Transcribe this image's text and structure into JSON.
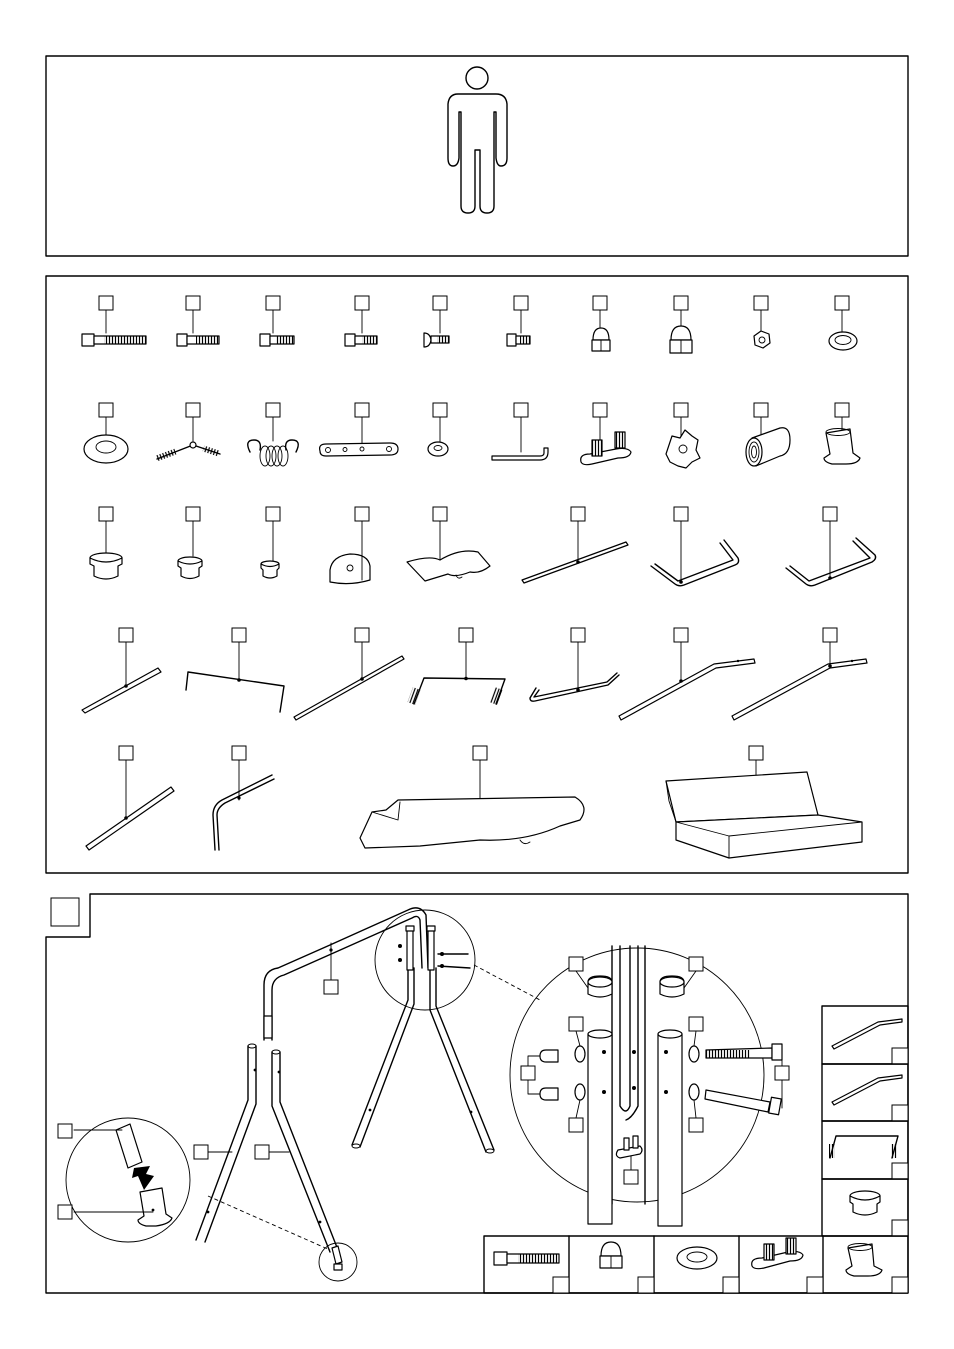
{
  "sections": {
    "persons_panel": {
      "figure_icon": "person-icon"
    },
    "parts_panel": {
      "rows": [
        {
          "row": 1,
          "parts": [
            "long-bolt-icon",
            "medium-bolt-icon",
            "short-bolt-icon",
            "short-bolt-icon",
            "flat-head-screw-icon",
            "small-bolt-icon",
            "cap-nut-icon",
            "large-cap-nut-icon",
            "lock-nut-icon",
            "washer-icon"
          ]
        },
        {
          "row": 2,
          "parts": [
            "large-washer-icon",
            "canopy-joint-icon",
            "spring-icon",
            "connector-plate-icon",
            "small-washer-icon",
            "allen-key-icon",
            "spring-bracket-icon",
            "knob-icon",
            "cylinder-spring-icon",
            "foot-cap-icon"
          ]
        },
        {
          "row": 3,
          "parts": [
            "large-end-cap-icon",
            "medium-end-cap-icon",
            "small-end-cap-icon",
            "seat-hinge-icon",
            "canopy-cloth-icon",
            "straight-rod-icon",
            "u-bracket-icon",
            "u-bracket-icon"
          ]
        },
        {
          "row": 4,
          "parts": [
            "straight-tube-icon",
            "bent-rod-icon",
            "long-tube-icon",
            "u-frame-icon",
            "bent-bar-icon",
            "angled-tube-icon",
            "angled-tube-icon"
          ]
        },
        {
          "row": 5,
          "parts": [
            "leg-tube-icon",
            "curved-tube-icon",
            "canopy-cover-icon",
            "seat-cushion-icon"
          ]
        }
      ]
    },
    "assembly_panel": {
      "legend_parts": [
        "angled-tube-icon",
        "angled-tube-icon",
        "u-frame-icon",
        "end-cap-icon"
      ],
      "bottom_parts": [
        "long-bolt-icon",
        "cap-nut-icon",
        "washer-icon",
        "spring-bracket-icon",
        "foot-cap-icon"
      ]
    }
  }
}
